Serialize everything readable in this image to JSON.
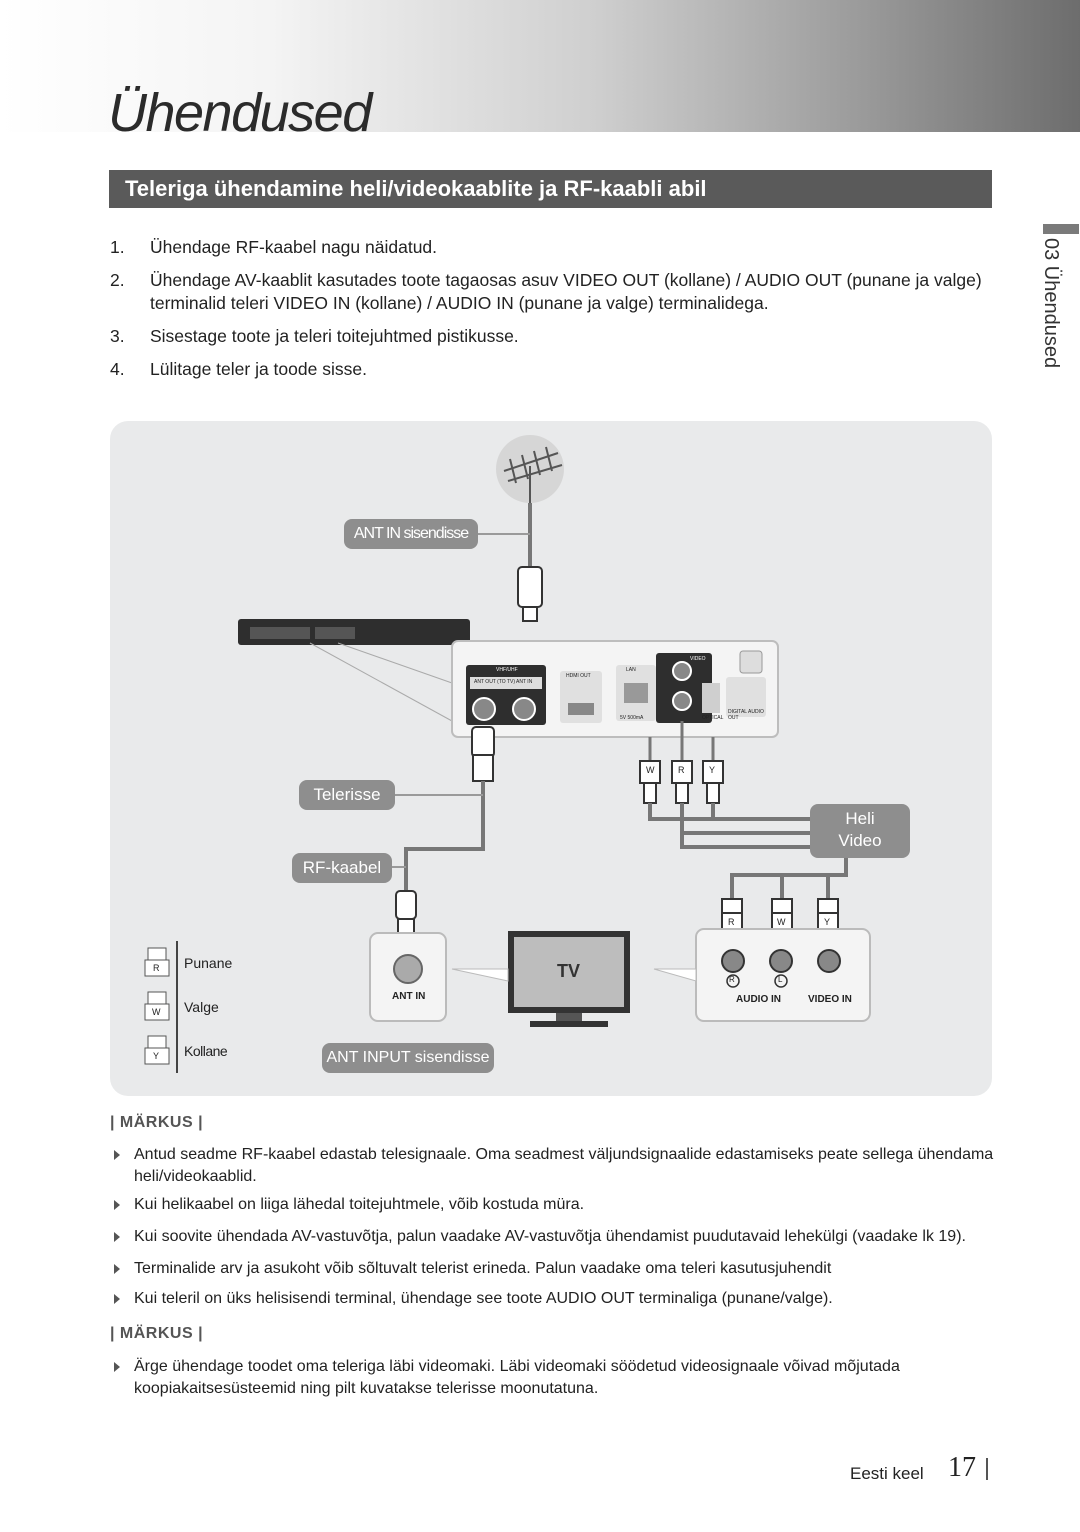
{
  "header": {
    "title": "Ühendused"
  },
  "section": {
    "title": "Teleriga ühendamine heli/videokaablite ja RF-kaabli abil"
  },
  "side_tab": {
    "label": "03 Ühendused"
  },
  "steps": [
    {
      "num": "1.",
      "text": "Ühendage RF-kaabel nagu näidatud."
    },
    {
      "num": "2.",
      "text": "Ühendage AV-kaablit kasutades toote tagaosas asuv VIDEO OUT (kollane) / AUDIO OUT (punane ja valge) terminalid teleri VIDEO IN (kollane) / AUDIO IN (punane ja valge) terminalidega."
    },
    {
      "num": "3.",
      "text": "Sisestage toote ja teleri toitejuhtmed pistikusse."
    },
    {
      "num": "4.",
      "text": "Lülitage teler ja toode sisse."
    }
  ],
  "diagram": {
    "ant_in_label": "ANT IN sisendisse",
    "telerisse_label": "Telerisse",
    "rf_label": "RF-kaabel",
    "heli_label": "Heli",
    "video_label": "Video",
    "ant_input_label": "ANT INPUT sisendisse",
    "tv_label": "TV",
    "tv_ant_in": "ANT IN",
    "tv_audio_in": "AUDIO IN",
    "tv_video_in": "VIDEO IN",
    "panel_vhf": "VHF/UHF",
    "panel_ant_out": "ANT OUT (TO TV)",
    "panel_ant_in": "ANT IN",
    "panel_hdmi": "HDMI OUT",
    "panel_lan": "LAN",
    "panel_video": "VIDEO",
    "panel_optical": "OPTICAL",
    "panel_digital": "DIGITAL AUDIO OUT",
    "panel_dc": "5V 500mA",
    "plug_w": "W",
    "plug_r": "R",
    "plug_y": "Y",
    "tv_r": "R",
    "tv_l": "L",
    "legend": [
      {
        "code": "R",
        "label": "Punane"
      },
      {
        "code": "W",
        "label": "Valge"
      },
      {
        "code": "Y",
        "label": "Kollane"
      }
    ]
  },
  "notes1": {
    "heading": "| MÄRKUS |",
    "items": [
      "Antud seadme RF-kaabel edastab telesignaale. Oma seadmest väljundsignaalide edastamiseks peate sellega ühendama heli/videokaablid.",
      "Kui helikaabel on liiga lähedal toitejuhtmele, võib kostuda müra.",
      "Kui soovite ühendada AV-vastuvõtja, palun vaadake AV-vastuvõtja ühendamist puudutavaid lehekülgi (vaadake lk 19).",
      "Terminalide arv ja asukoht võib sõltuvalt telerist erineda. Palun vaadake oma teleri kasutusjuhendit",
      "Kui teleril on üks helisisendi terminal, ühendage see toote AUDIO OUT terminaliga (punane/valge)."
    ]
  },
  "notes2": {
    "heading": "| MÄRKUS |",
    "items": [
      "Ärge ühendage toodet oma teleriga läbi videomaki. Läbi videomaki söödetud videosignaale võivad mõjutada koopiakaitsesüsteemid ning pilt kuvatakse telerisse moonutatuna."
    ]
  },
  "footer": {
    "language": "Eesti keel",
    "page": "17"
  }
}
